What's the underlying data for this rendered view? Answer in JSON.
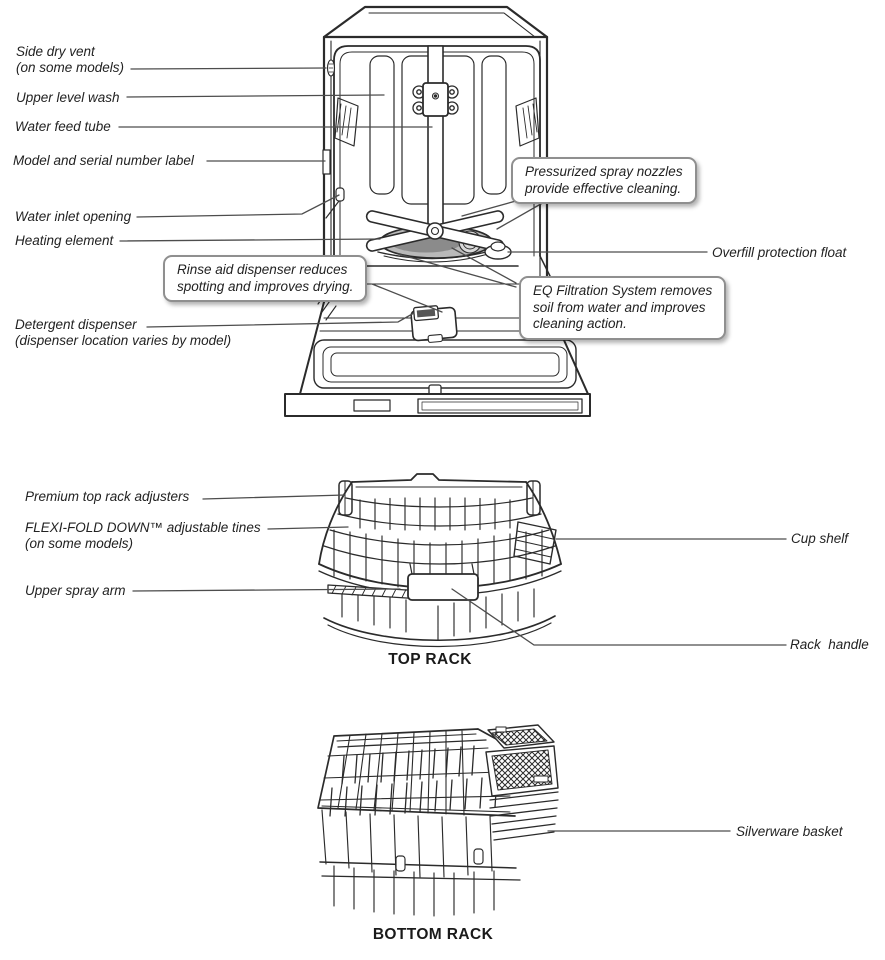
{
  "doc": {
    "type": "dishwasher-parts-diagram"
  },
  "dishwasher": {
    "labels": {
      "side_dry_vent": "Side dry vent\n(on some models)",
      "upper_level_wash": "Upper level wash",
      "water_feed_tube": "Water feed tube",
      "model_serial": "Model and serial number label",
      "water_inlet": "Water inlet opening",
      "heating_element": "Heating element",
      "detergent_dispenser": "Detergent dispenser\n(dispenser location varies by model)",
      "overfill_float": "Overfill protection float"
    },
    "callouts": {
      "pressurized": "Pressurized spray nozzles\nprovide effective cleaning.",
      "rinse_aid": "Rinse aid dispenser reduces\nspotting and improves drying.",
      "eq_filtration": "EQ Filtration System removes\nsoil from water and improves\ncleaning action."
    }
  },
  "top_rack": {
    "title": "TOP RACK",
    "labels": {
      "premium_adjusters": "Premium top rack adjusters",
      "flexi_fold": "FLEXI-FOLD DOWN™ adjustable tines\n(on some models)",
      "upper_spray_arm": "Upper spray arm",
      "cup_shelf": "Cup shelf",
      "rack_handle": "Rack  handle"
    }
  },
  "bottom_rack": {
    "title": "BOTTOM RACK",
    "labels": {
      "silverware_basket": "Silverware basket"
    }
  },
  "colors": {
    "line": "#2b2b2b",
    "leader": "#4d4d4d",
    "callout_border": "#8f8f8f"
  }
}
